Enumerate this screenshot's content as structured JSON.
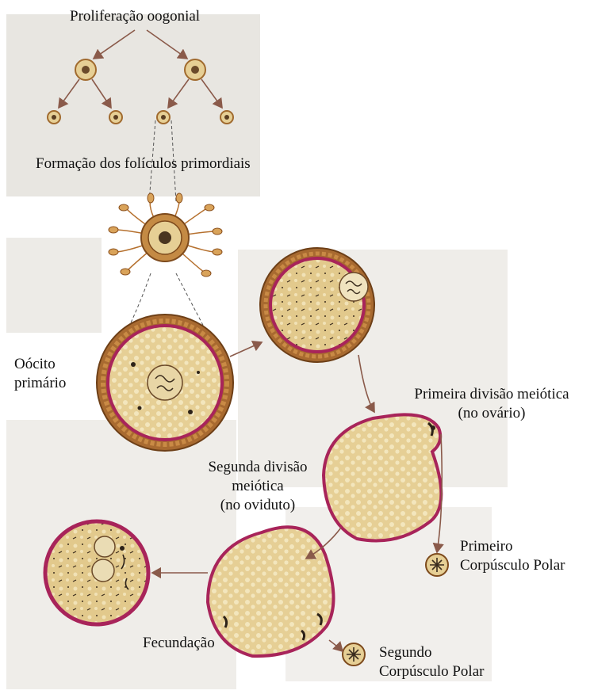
{
  "labels": {
    "oogonial": "Proliferação oogonial",
    "follicles": "Formação dos folículos primordiais",
    "primary_oocyte": [
      "Oócito",
      "primário"
    ],
    "first_division": [
      "Primeira divisão meiótica",
      "(no ovário)"
    ],
    "second_division": [
      "Segunda divisão",
      "meiótica",
      "(no oviduto)"
    ],
    "first_polar": [
      "Primeiro",
      "Corpúsculo Polar"
    ],
    "second_polar": [
      "Segundo",
      "Corpúsculo Polar"
    ],
    "fertilization": "Fecundação"
  },
  "colors": {
    "cytoplasm": "#e6cf95",
    "granule": "#f3e6bd",
    "membrane": "#a8245a",
    "follicle_cell": "#b5702e",
    "arrow": "#8a5a4a",
    "text_bg_patch": "#ccc8bf"
  }
}
